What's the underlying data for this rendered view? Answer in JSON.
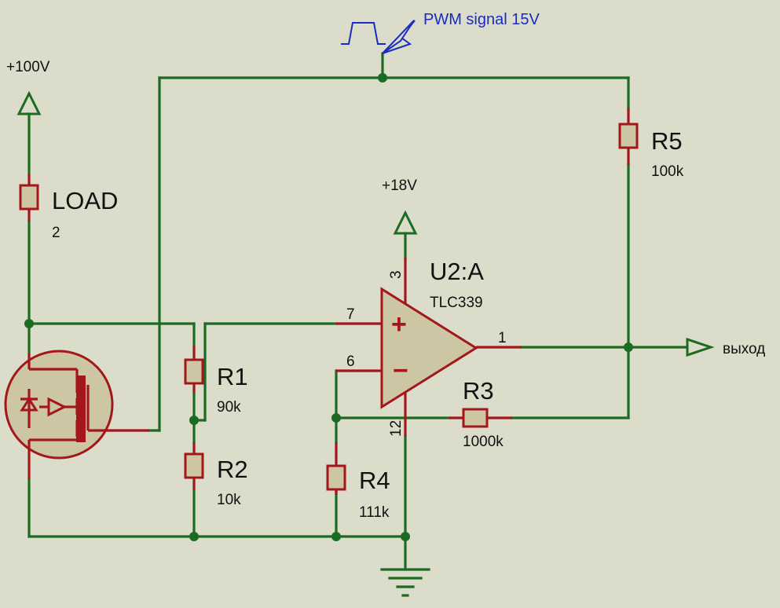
{
  "supply_100v": "+100V",
  "supply_18v": "+18V",
  "pwm_label": "PWM signal 15V",
  "output_label": "выход",
  "load": {
    "name": "LOAD",
    "value": "2"
  },
  "r1": {
    "name": "R1",
    "value": "90k"
  },
  "r2": {
    "name": "R2",
    "value": "10k"
  },
  "r3": {
    "name": "R3",
    "value": "1000k"
  },
  "r4": {
    "name": "R4",
    "value": "111k"
  },
  "r5": {
    "name": "R5",
    "value": "100k"
  },
  "opamp": {
    "ref": "U2:A",
    "part": "TLC339",
    "plus_symbol": "+",
    "minus_symbol": "−",
    "pin_plus": "7",
    "pin_minus": "6",
    "pin_out": "1",
    "pin_vcc": "3",
    "pin_gnd": "12"
  },
  "colors": {
    "background": "#dcdccb",
    "wire": "#1c6b22",
    "component": "#a3171a",
    "component_fill": "#cdc6a5",
    "pwm_text": "#1a2bc4"
  }
}
